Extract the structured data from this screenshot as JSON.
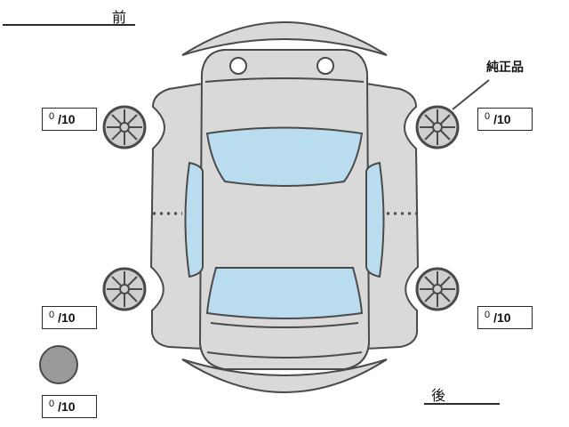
{
  "diagram": {
    "type": "vehicle-condition-top-view",
    "orientation": {
      "front": "前",
      "rear": "後"
    },
    "genuine_part_label": "純正品"
  },
  "tread_boxes": [
    {
      "position": "front-left",
      "value": "0",
      "max": "/10"
    },
    {
      "position": "front-right",
      "value": "0",
      "max": "/10"
    },
    {
      "position": "rear-left",
      "value": "0",
      "max": "/10"
    },
    {
      "position": "rear-right",
      "value": "0",
      "max": "/10"
    },
    {
      "position": "spare",
      "value": "0",
      "max": "/10"
    }
  ],
  "colors": {
    "outline": "#4a4a4a",
    "body_fill": "#d9d9d9",
    "glass_fill": "#b9ddee",
    "wheel_fill": "#cfcfcf",
    "spare_fill": "#9a9a9a",
    "box_border": "#2b2b2b",
    "text_color": "#111111"
  }
}
